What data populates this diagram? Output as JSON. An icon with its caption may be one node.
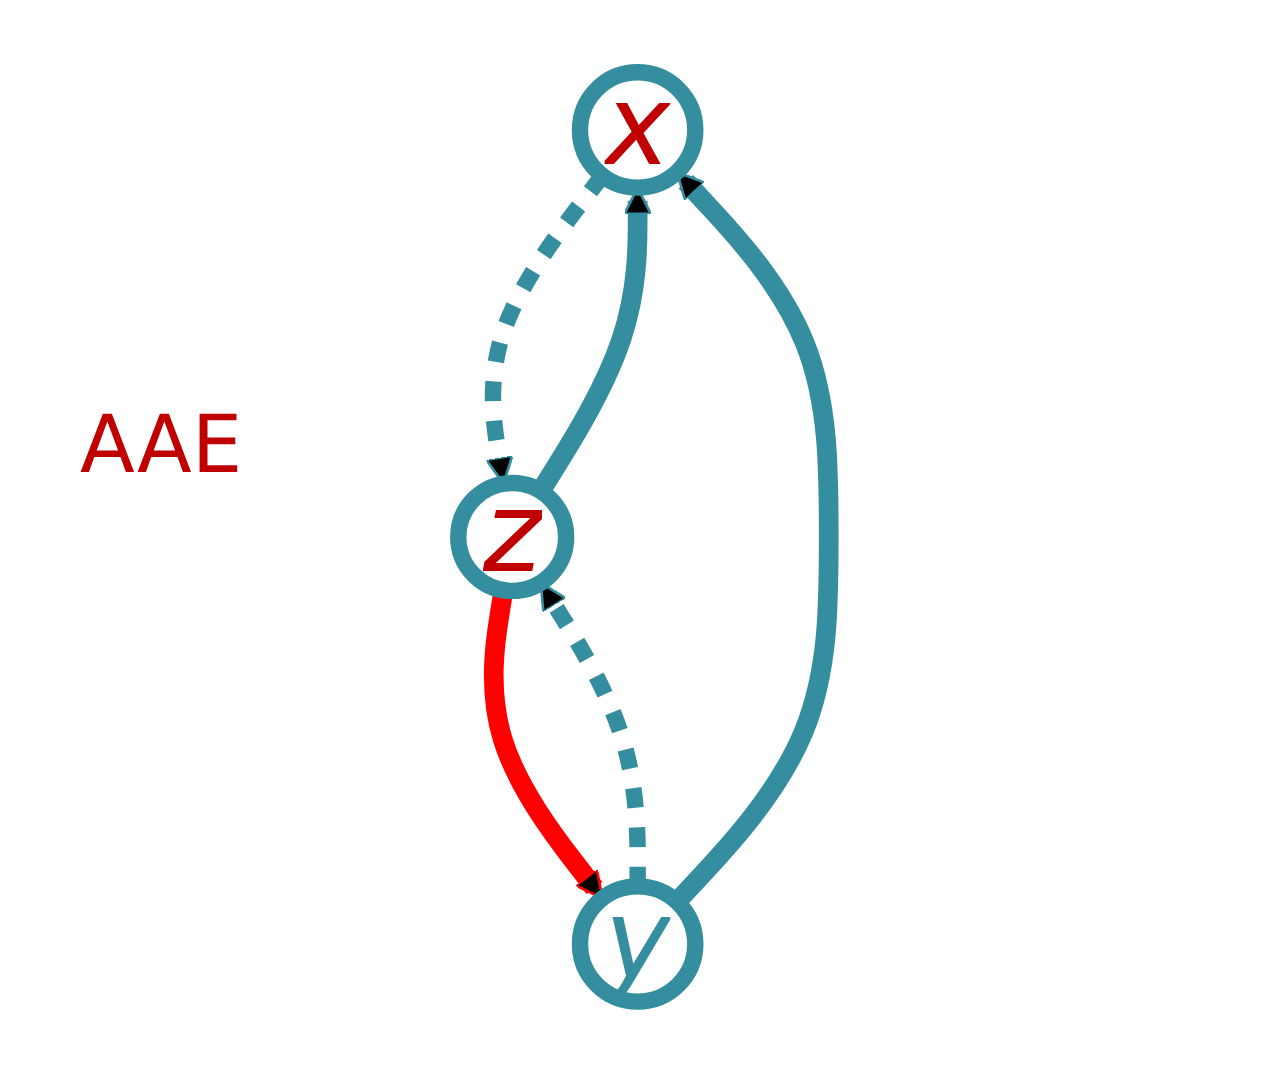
{
  "diagram": {
    "nodes": [
      {
        "text": [
          "x"
        ]
      },
      {
        "text": [
          "y"
        ]
      },
      {
        "text": [
          "z"
        ]
      }
    ],
    "edges": [
      {
        "from": 1,
        "to": 0,
        "arrow": "to"
      },
      {
        "from": 0,
        "to": 2,
        "arrow": "to",
        "style": "dashed"
      },
      {
        "from": 2,
        "to": 0,
        "arrow": "to"
      },
      {
        "from": 2,
        "to": 1,
        "arrow": "to",
        "color": "#ff0000"
      },
      {
        "from": 1,
        "to": 2,
        "arrow": "to",
        "style": "dashed"
      }
    ],
    "labels": [
      "AAE"
    ]
  }
}
